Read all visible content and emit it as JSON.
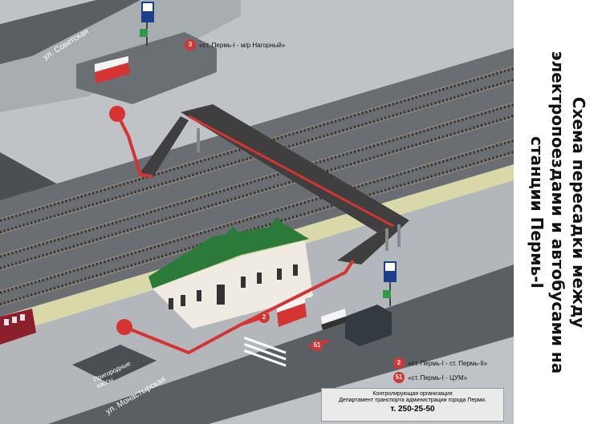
{
  "title": "Схема пересадки между электропоездами и автобусами на станции Пермь-I",
  "streets": {
    "sovetskaya": "ул. Советская",
    "monastyrskaya": "ул. Монастырская"
  },
  "ticket_office": "Пригородные кассы",
  "routes": [
    {
      "badge": "3",
      "text": "«ст. Пермь-I - м/р Нагорный»"
    },
    {
      "badge": "2",
      "text": "«ст. Пермь-I - ст. Пермь-II»"
    },
    {
      "badge": "51",
      "text": "«ст. Пермь-I - ЦУМ»"
    }
  ],
  "stop_markers": {
    "route2": "2",
    "route51": "51"
  },
  "info": {
    "line1": "Контролирующая организация",
    "line2": "Департамент транспорта администрации города Перми.",
    "phone": "т. 250-25-50"
  },
  "colors": {
    "route": "#d63333",
    "ground": "#bfc3c7",
    "road": "#555a5f",
    "station_roof": "#2c7a3a",
    "bridge": "#3f3f3f"
  },
  "icons": [
    "bus-stop-sign-icon",
    "bus-icon",
    "footbridge",
    "station-building"
  ]
}
